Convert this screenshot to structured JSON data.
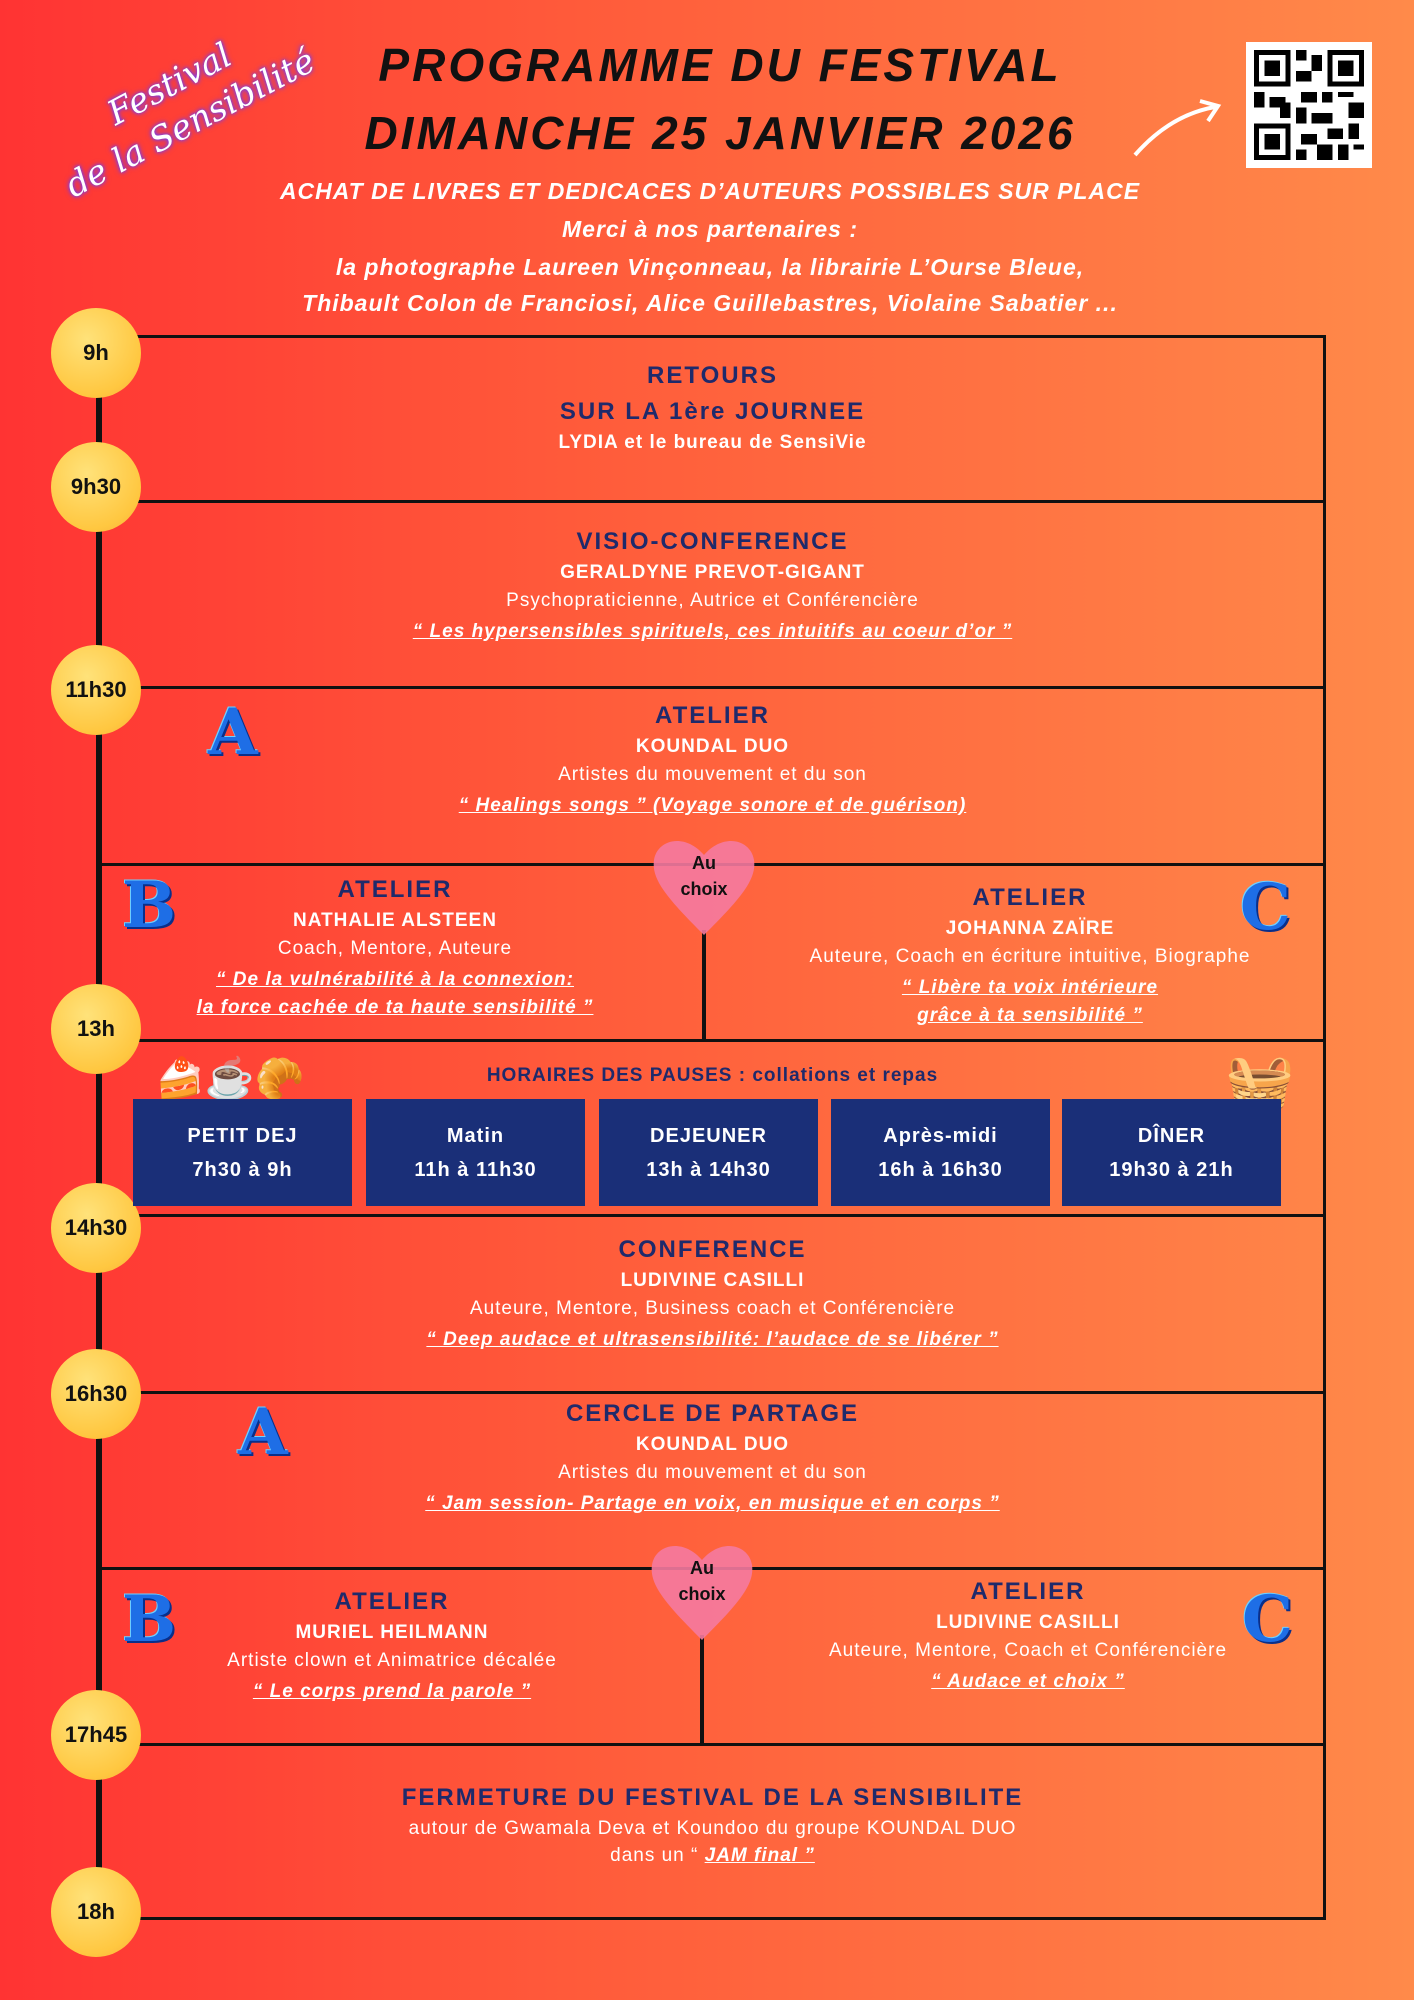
{
  "logo": {
    "line1": "Festival",
    "line2": "de la Sensibilité"
  },
  "header": {
    "title1": "PROGRAMME DU FESTIVAL",
    "title2": "DIMANCHE 25 JANVIER 2026",
    "line1": "ACHAT DE LIVRES ET DEDICACES D’AUTEURS POSSIBLES SUR PLACE",
    "line2": "Merci à nos partenaires :",
    "line3": "la photographe Laureen Vinçonneau, la librairie L’Ourse Bleue,",
    "line4": "Thibault Colon de Franciosi, Alice Guillebastres, Violaine Sabatier ..."
  },
  "times": [
    "9h",
    "9h30",
    "11h30",
    "13h",
    "14h30",
    "16h30",
    "17h45",
    "18h"
  ],
  "s1": {
    "h1": "RETOURS",
    "h2": "SUR LA 1ère JOURNEE",
    "n": "LYDIA et le bureau de SensiVie"
  },
  "s2": {
    "h": "VISIO-CONFERENCE",
    "n": "GERALDYNE PREVOT-GIGANT",
    "r": "Psychopraticienne, Autrice et Conférencière",
    "q": "“ Les hypersensibles spirituels, ces intuitifs au coeur d’or ”"
  },
  "s3": {
    "letter": "A",
    "h": "ATELIER",
    "n": "KOUNDAL DUO",
    "r": "Artistes du mouvement et du son",
    "q": "“ Healings songs ” (Voyage sonore et de guérison)"
  },
  "s4": {
    "choice": "Au choix",
    "b": {
      "letter": "B",
      "h": "ATELIER",
      "n": "NATHALIE ALSTEEN",
      "r": "Coach, Mentore, Auteure",
      "q1": "“ De la vulnérabilité à la connexion:",
      "q2": "la force cachée de ta haute sensibilité ”"
    },
    "c": {
      "letter": "C",
      "h": "ATELIER",
      "n": "JOHANNA ZAÏRE",
      "r": "Auteure, Coach en écriture intuitive, Biographe",
      "q1": "“ Libère ta voix intérieure",
      "q2": "grâce à ta sensibilité ”"
    }
  },
  "pauses": {
    "title": "HORAIRES DES PAUSES : collations et repas",
    "items": [
      {
        "label": "PETIT DEJ",
        "time": "7h30 à 9h"
      },
      {
        "label": "Matin",
        "time": "11h à 11h30"
      },
      {
        "label": "DEJEUNER",
        "time": "13h à 14h30"
      },
      {
        "label": "Après-midi",
        "time": "16h à 16h30"
      },
      {
        "label": "DÎNER",
        "time": "19h30 à 21h"
      }
    ]
  },
  "s5": {
    "h": "CONFERENCE",
    "n": "LUDIVINE CASILLI",
    "r": "Auteure, Mentore, Business coach et Conférencière",
    "q": "“ Deep audace et ultrasensibilité: l’audace de se libérer ”"
  },
  "s6": {
    "letter": "A",
    "h": "CERCLE DE PARTAGE",
    "n": "KOUNDAL DUO",
    "r": "Artistes du mouvement et du son",
    "q": "“ Jam session- Partage en voix, en musique et en corps ”"
  },
  "s7": {
    "choice": "Au choix",
    "b": {
      "letter": "B",
      "h": "ATELIER",
      "n": "MURIEL HEILMANN",
      "r": "Artiste clown et Animatrice décalée",
      "q": "“ Le corps prend la parole ”"
    },
    "c": {
      "letter": "C",
      "h": "ATELIER",
      "n": "LUDIVINE CASILLI",
      "r": "Auteure, Mentore, Coach et Conférencière",
      "q": "“ Audace et choix ”"
    }
  },
  "s8": {
    "h": "FERMETURE DU FESTIVAL DE LA SENSIBILITE",
    "r1": "autour de Gwamala Deva et Koundoo du groupe KOUNDAL DUO",
    "r2pre": "dans un “ ",
    "r2q": "JAM final ”"
  }
}
